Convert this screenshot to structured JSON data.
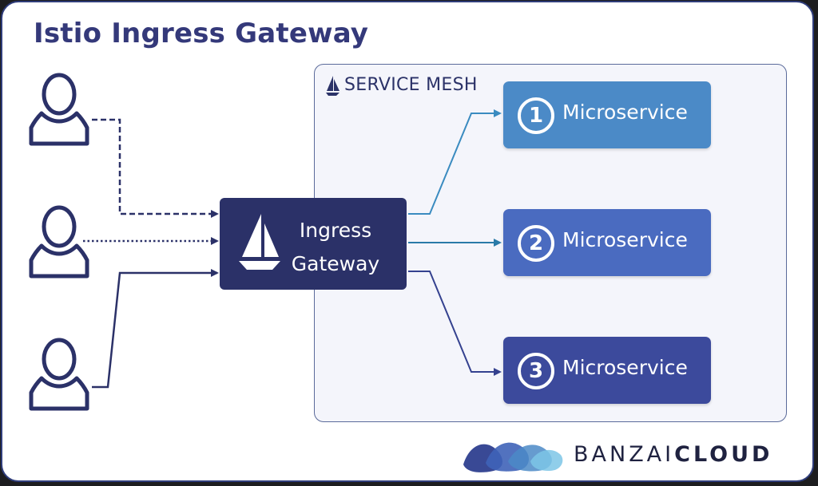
{
  "title": "Istio Ingress Gateway",
  "service_mesh": {
    "label": "SERVICE MESH"
  },
  "gateway": {
    "line1": "Ingress",
    "line2": "Gateway"
  },
  "services": [
    {
      "number": "1",
      "label": "Microservice"
    },
    {
      "number": "2",
      "label": "Microservice"
    },
    {
      "number": "3",
      "label": "Microservice"
    }
  ],
  "users": [
    "user-icon",
    "user-icon",
    "user-icon"
  ],
  "logo": {
    "text_light": "BANZAI",
    "text_bold": "CLOUD"
  },
  "colors": {
    "navy": "#2b3168",
    "title": "#34397a",
    "service1": "#4b8ac7",
    "service2": "#4a6bc0",
    "service3": "#3c4a9c",
    "link": "#3a8bc0"
  }
}
